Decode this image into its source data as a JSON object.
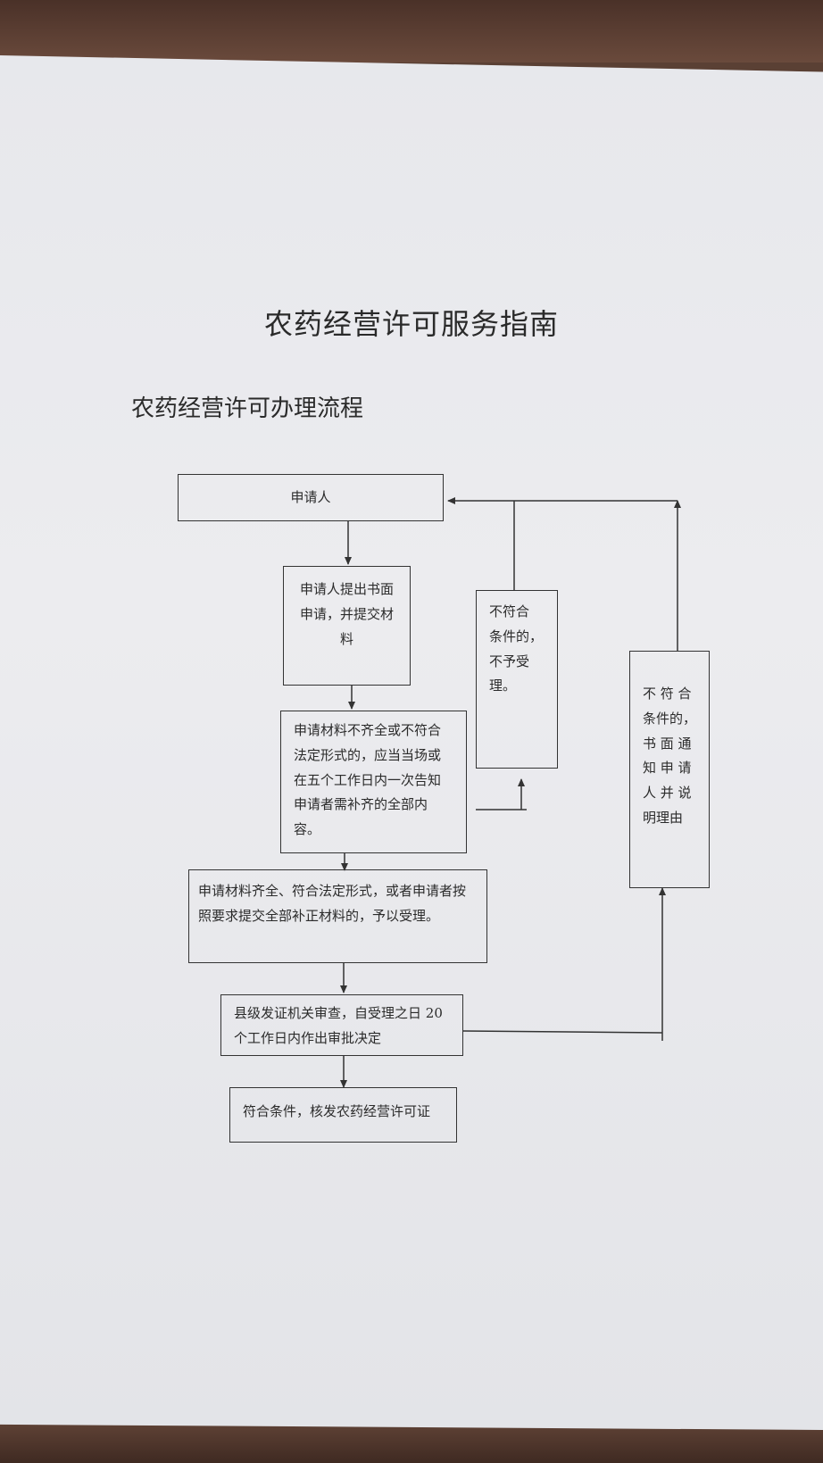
{
  "document": {
    "title": "农药经营许可服务指南",
    "section_title": "农药经营许可办理流程"
  },
  "flowchart": {
    "nodes": {
      "applicant": "申请人",
      "submit": "申请人提出书面\n申请，并提交材\n料",
      "incomplete": "申请材料不齐全或不符合\n法定形式的，应当当场或\n在五个工作日内一次告知\n申请者需补齐的全部内\n容。",
      "accepted": "申请材料齐全、符合法定形式，或者申请者按\n照要求提交全部补正材料的，予以受理。",
      "review": "县级发证机关审查，自受理之日 20\n个工作日内作出审批决定",
      "issue": "符合条件，核发农药经营许可证",
      "not_accepted": "不符合\n条件的，\n不予受\n理。",
      "rejected": "不 符 合\n条件的，\n书 面 通\n知 申 请\n人 并 说\n明理由"
    }
  }
}
